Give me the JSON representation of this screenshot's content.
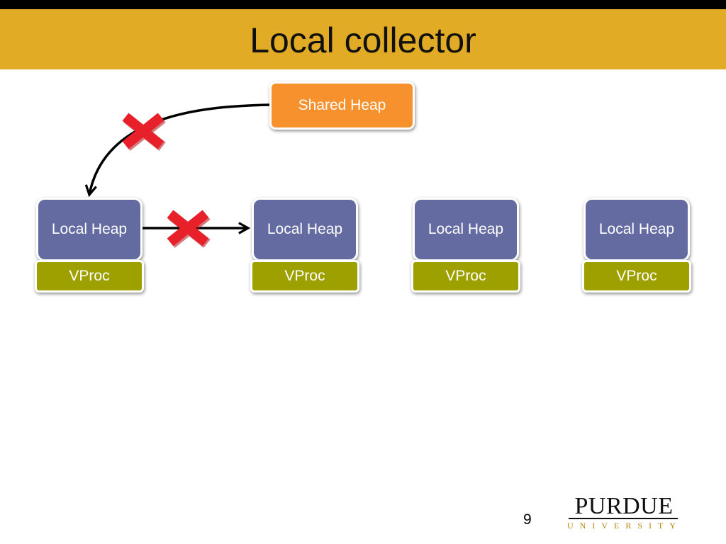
{
  "slide": {
    "title": "Local collector",
    "page_number": "9"
  },
  "diagram": {
    "shared_heap": {
      "label": "Shared Heap",
      "color": "#f7912d"
    },
    "local_heaps": [
      {
        "label": "Local Heap"
      },
      {
        "label": "Local Heap"
      },
      {
        "label": "Local Heap"
      },
      {
        "label": "Local Heap"
      }
    ],
    "vprocs": [
      {
        "label": "VProc"
      },
      {
        "label": "VProc"
      },
      {
        "label": "VProc"
      },
      {
        "label": "VProc"
      }
    ],
    "edges": [
      {
        "from": "shared_heap",
        "to": "local_heap_1",
        "forbidden": true
      },
      {
        "from": "local_heap_1",
        "to": "local_heap_2",
        "forbidden": true
      }
    ],
    "colors": {
      "local_heap": "#646ba0",
      "vproc": "#9ea000",
      "forbidden_mark": "#e8202a",
      "title_band": "#e1ab25"
    }
  },
  "logo": {
    "name": "PURDUE",
    "sub": "UNIVERSITY",
    "icon": "purdue-wordmark"
  }
}
